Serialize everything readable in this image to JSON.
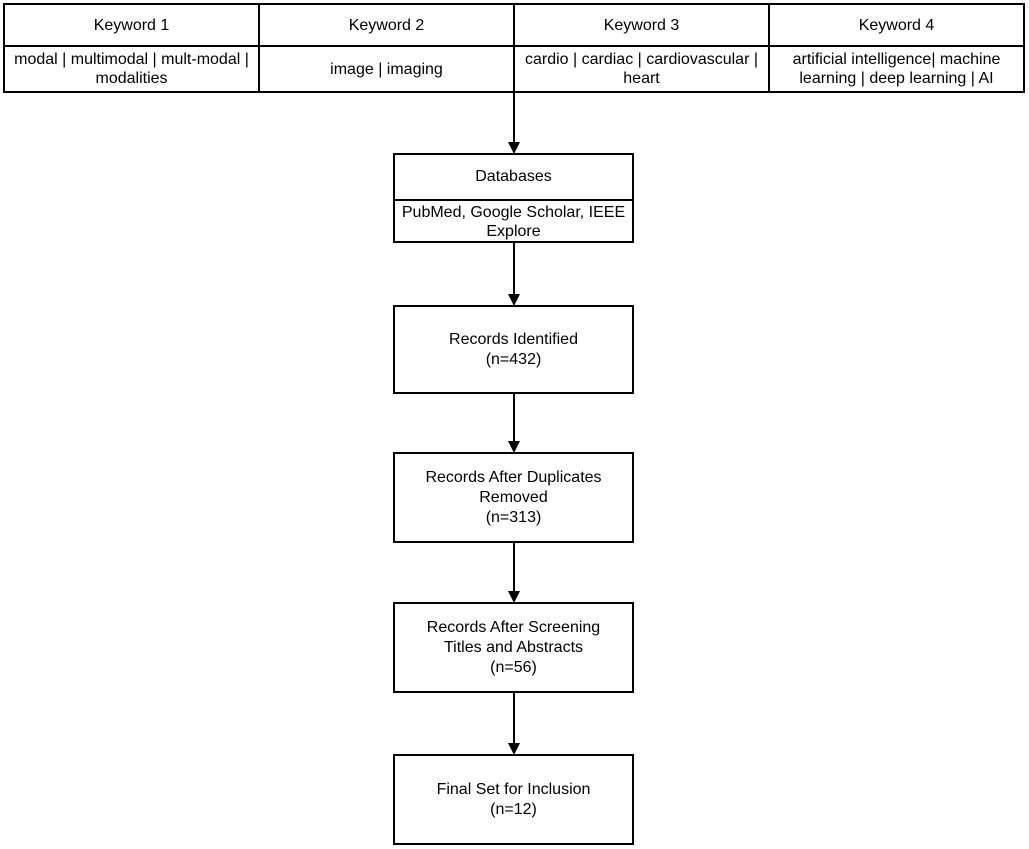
{
  "keywords": {
    "headers": [
      "Keyword 1",
      "Keyword 2",
      "Keyword 3",
      "Keyword 4"
    ],
    "terms": [
      "modal | multimodal | mult-modal | modalities",
      "image | imaging",
      "cardio | cardiac | cardiovascular | heart",
      "artificial intelligence| machine learning | deep learning | AI"
    ]
  },
  "databases": {
    "title": "Databases",
    "list": "PubMed, Google Scholar, IEEE Explore"
  },
  "steps": [
    {
      "lines": [
        "Records Identified",
        "(n=432)"
      ]
    },
    {
      "lines": [
        "Records After Duplicates",
        "Removed",
        "(n=313)"
      ]
    },
    {
      "lines": [
        "Records After Screening",
        "Titles and Abstracts",
        "(n=56)"
      ]
    },
    {
      "lines": [
        "Final Set for Inclusion",
        "(n=12)"
      ]
    }
  ]
}
